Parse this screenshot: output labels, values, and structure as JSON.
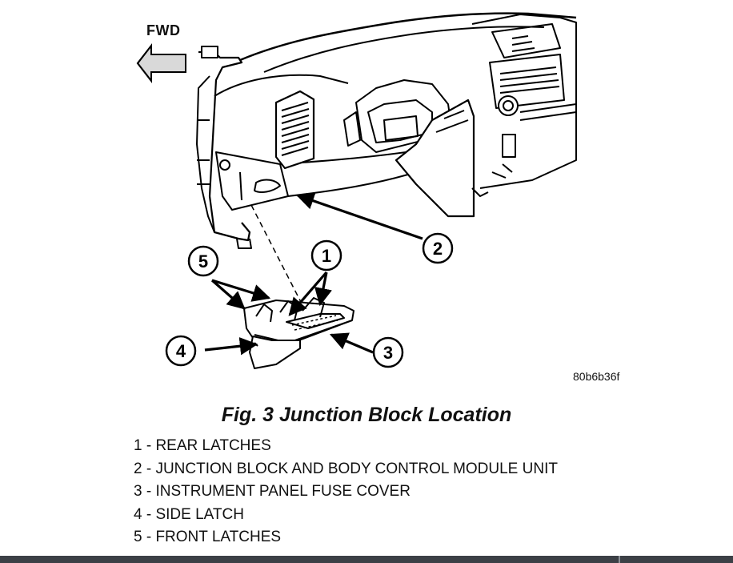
{
  "fwd_label": "FWD",
  "callouts": [
    "1",
    "2",
    "3",
    "4",
    "5"
  ],
  "image_code": "80b6b36f",
  "caption": "Fig. 3 Junction Block Location",
  "legend": [
    "1 - REAR LATCHES",
    "2 - JUNCTION BLOCK AND BODY CONTROL MODULE UNIT",
    "3 - INSTRUMENT PANEL FUSE COVER",
    "4 - SIDE LATCH",
    "5 - FRONT LATCHES"
  ]
}
